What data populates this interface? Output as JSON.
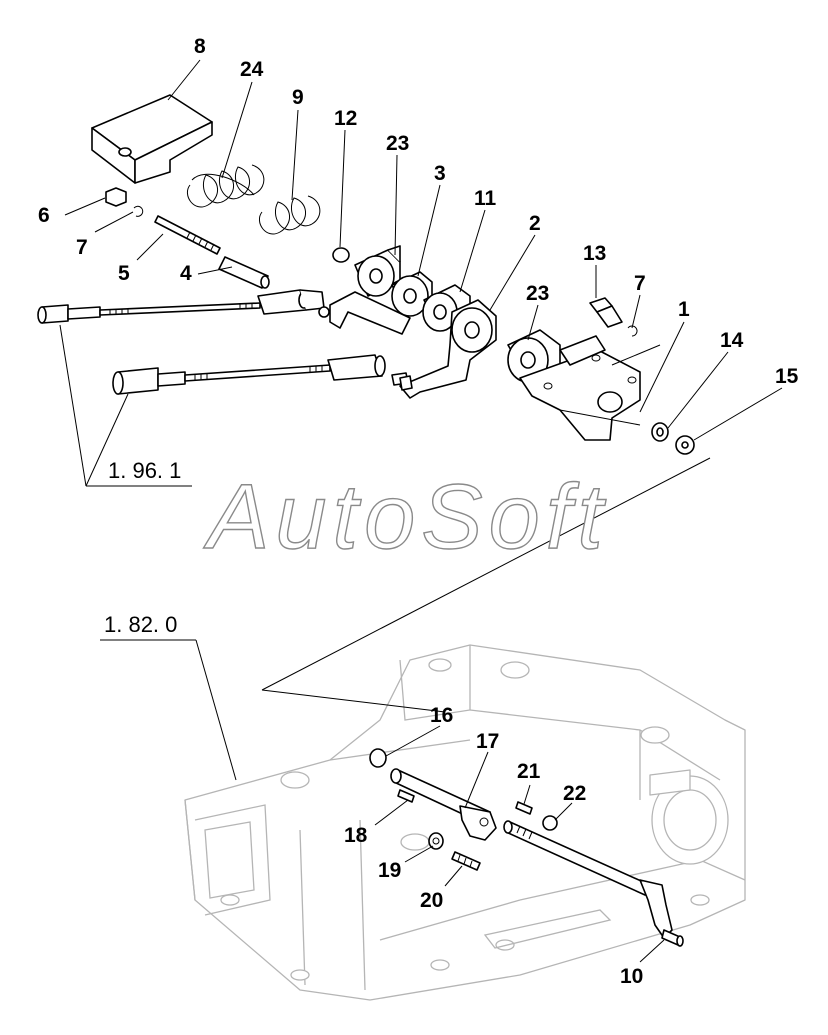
{
  "callouts": {
    "c1": "1",
    "c2": "2",
    "c3": "3",
    "c4": "4",
    "c5": "5",
    "c6": "6",
    "c7a": "7",
    "c7b": "7",
    "c8": "8",
    "c9": "9",
    "c10": "10",
    "c11": "11",
    "c12": "12",
    "c13": "13",
    "c14": "14",
    "c15": "15",
    "c16": "16",
    "c17": "17",
    "c18": "18",
    "c19": "19",
    "c20": "20",
    "c21": "21",
    "c22": "22",
    "c23a": "23",
    "c23b": "23",
    "c24": "24"
  },
  "references": {
    "upper": "1. 96. 1",
    "lower": "1. 82. 0"
  },
  "watermark": {
    "brand": "AutoSoft"
  }
}
